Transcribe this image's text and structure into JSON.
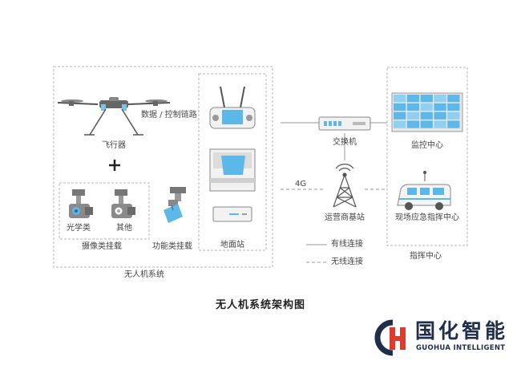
{
  "diagram": {
    "nodes": {
      "aircraft": "飞行器",
      "plus": "+",
      "data_link": "数据 / 控制链路",
      "optical": "光学类",
      "other": "其他",
      "camera_payload": "摄像类挂载",
      "function_payload": "功能类挂载",
      "ground_station": "地面站",
      "uav_system": "无人机系统",
      "switch": "交换机",
      "link_4g": "4G",
      "carrier_station": "运营商基站",
      "monitor_center": "监控中心",
      "emergency_center": "现场应急指挥中心",
      "command_center": "指挥中心"
    },
    "legend": {
      "wired": "有线连接",
      "wireless": "无线连接"
    },
    "caption": "无人机系统架构图"
  },
  "logo": {
    "name_cn": "国化智能",
    "name_en": "GUOHUA INTELLIGENT",
    "colors": {
      "primary": "#1f2f4a",
      "accent": "#e03a2f"
    }
  },
  "colors": {
    "icon_blue": "#5bb8e8",
    "line_gray": "#9a9a9a",
    "frame_gray": "#b5b5b5"
  }
}
